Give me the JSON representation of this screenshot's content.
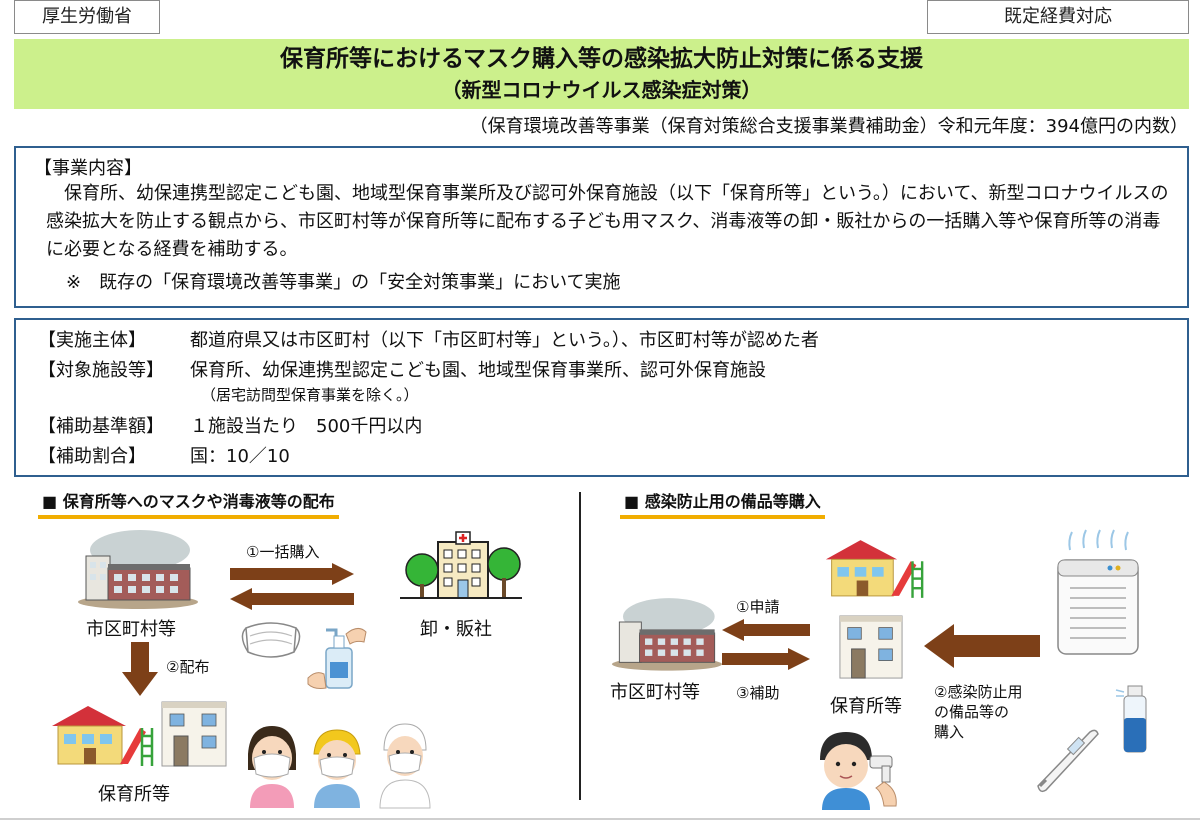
{
  "header": {
    "ministry": "厚生労働省",
    "budget_type": "既定経費対応"
  },
  "title": {
    "main": "保育所等におけるマスク購入等の感染拡大防止対策に係る支援",
    "sub": "（新型コロナウイルス感染症対策）"
  },
  "budget_note": "（保育環境改善等事業（保育対策総合支援事業費補助金）令和元年度：394億円の内数）",
  "content": {
    "heading": "【事業内容】",
    "description": "保育所、幼保連携型認定こども園、地域型保育事業所及び認可外保育施設（以下「保育所等」という。）において、新型コロナウイルスの感染拡大を防止する観点から、市区町村等が保育所等に配布する子ども用マスク、消毒液等の卸・販社からの一括購入等や保育所等の消毒に必要となる経費を補助する。",
    "note": "※　既存の「保育環境改善等事業」の「安全対策事業」において実施"
  },
  "details": {
    "implementer_label": "【実施主体】",
    "implementer_value": "都道府県又は市区町村（以下「市区町村等」という。）、市区町村等が認めた者",
    "facilities_label": "【対象施設等】",
    "facilities_value": "保育所、幼保連携型認定こども園、地域型保育事業所、認可外保育施設",
    "facilities_note": "（居宅訪問型保育事業を除く。）",
    "amount_label": "【補助基準額】",
    "amount_value": "１施設当たり　500千円以内",
    "rate_label": "【補助割合】",
    "rate_value": "国：10／10"
  },
  "left_section": {
    "title": "■ 保育所等へのマスクや消毒液等の配布",
    "municipality": "市区町村等",
    "wholesaler": "卸・販社",
    "step1": "①一括購入",
    "step2": "②配布",
    "nursery": "保育所等"
  },
  "right_section": {
    "title": "■ 感染防止用の備品等購入",
    "municipality": "市区町村等",
    "nursery": "保育所等",
    "step1": "①申請",
    "step3": "③補助",
    "step2": "②感染防止用\nの備品等の\n購入"
  },
  "colors": {
    "title_band": "#ccf08c",
    "box_border": "#2f5f8f",
    "arrow": "#7d4018",
    "section_underline": "#f1ad00"
  },
  "icons": [
    "municipal-building-icon",
    "hospital-icon",
    "mask-icon",
    "sanitizer-icon",
    "kindergarten-icon",
    "house-icon",
    "child-mask-icon",
    "air-purifier-icon",
    "thermometer-icon",
    "spray-bottle-icon"
  ]
}
